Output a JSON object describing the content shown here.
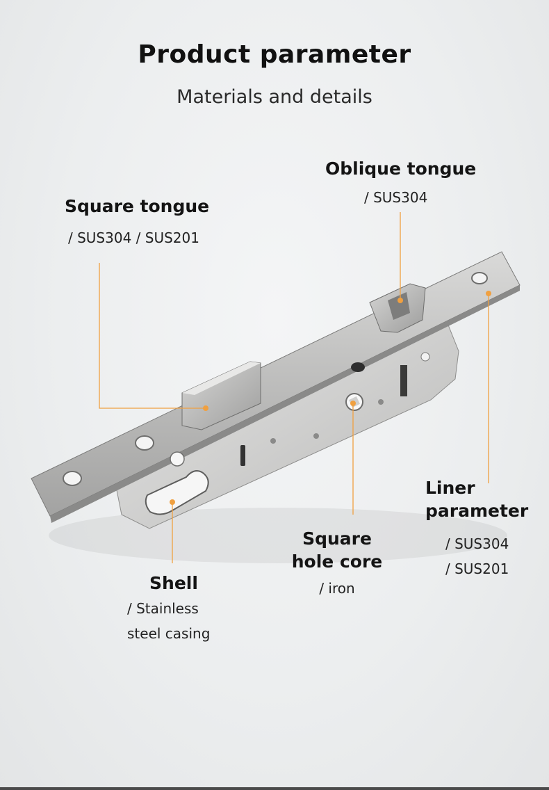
{
  "header": {
    "title": "Product parameter",
    "subtitle": "Materials and details"
  },
  "callouts": {
    "square_tongue": {
      "label": "Square tongue",
      "material": "/ SUS304 / SUS201"
    },
    "oblique_tongue": {
      "label": "Oblique tongue",
      "material": "/ SUS304"
    },
    "liner": {
      "label_line1": "Liner",
      "label_line2": "parameter",
      "material_line1": "/ SUS304",
      "material_line2": "/ SUS201"
    },
    "square_hole_core": {
      "label_line1": "Square",
      "label_line2": "hole core",
      "material": "/ iron"
    },
    "shell": {
      "label": "Shell",
      "material_line1": "/ Stainless",
      "material_line2": "steel casing"
    }
  },
  "colors": {
    "accent_line": "#f0a040",
    "steel": "#c9c9c9"
  }
}
